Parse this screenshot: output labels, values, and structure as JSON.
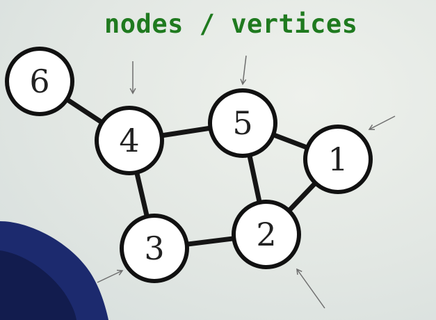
{
  "title": "nodes / vertices",
  "colors": {
    "title": "#1f7a1f",
    "node_fill": "#ffffff",
    "node_stroke": "#111111",
    "edge": "#151515",
    "arrow": "#6e6e6e",
    "presenter_shirt": "#1c2a6e"
  },
  "graph": {
    "nodes": [
      {
        "id": "1",
        "label": "1"
      },
      {
        "id": "2",
        "label": "2"
      },
      {
        "id": "3",
        "label": "3"
      },
      {
        "id": "4",
        "label": "4"
      },
      {
        "id": "5",
        "label": "5"
      },
      {
        "id": "6",
        "label": "6"
      }
    ],
    "edges": [
      {
        "from": "6",
        "to": "4"
      },
      {
        "from": "4",
        "to": "5"
      },
      {
        "from": "4",
        "to": "3"
      },
      {
        "from": "5",
        "to": "1"
      },
      {
        "from": "5",
        "to": "2"
      },
      {
        "from": "1",
        "to": "2"
      },
      {
        "from": "3",
        "to": "2"
      }
    ],
    "pointer_arrows": [
      {
        "target": "4"
      },
      {
        "target": "5"
      },
      {
        "target": "1"
      },
      {
        "target": "2"
      },
      {
        "target": "3"
      }
    ]
  }
}
